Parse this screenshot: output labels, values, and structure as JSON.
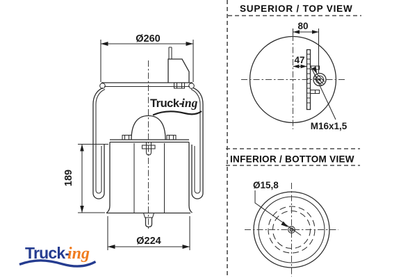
{
  "drawing": {
    "side_view": {
      "dim_diameter_top": "Ø260",
      "dim_height": "189",
      "dim_diameter_bottom": "Ø224"
    },
    "top_view": {
      "title": "SUPERIOR / TOP VIEW",
      "dim_stud_offset": "80",
      "dim_plate_offset": "47",
      "thread_label": "M16x1,5"
    },
    "bottom_view": {
      "title": "INFERIOR / BOTTOM VIEW",
      "dim_hole_diameter": "Ø15,8"
    },
    "brand": {
      "word_main": "Truck-",
      "word_suffix": "ing",
      "color_main": "#253c90",
      "color_suffix": "#f07c1f",
      "inline_color": "#1d1d1d"
    }
  }
}
